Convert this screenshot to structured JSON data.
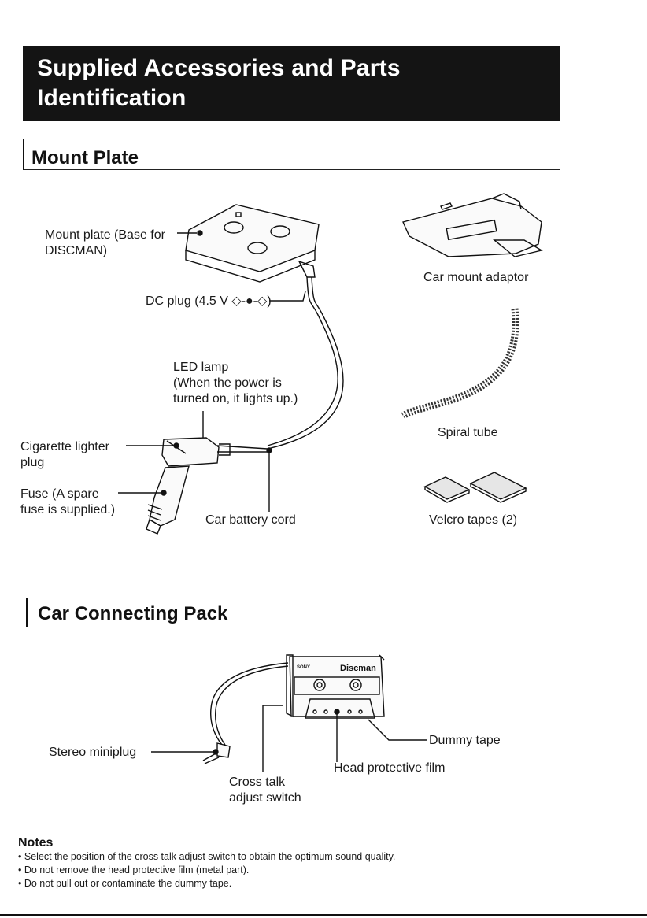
{
  "banner": {
    "line1": "Supplied Accessories and Parts",
    "line2": "Identification"
  },
  "mount_plate": {
    "title": "Mount Plate",
    "labels": {
      "mount_plate_1": "Mount plate (Base for",
      "mount_plate_2": "DISCMAN)",
      "dc_plug": "DC plug (4.5 V ◇-●-◇)",
      "led_1": "LED lamp",
      "led_2": "(When the power is",
      "led_3": "turned on, it lights up.)",
      "cig_1": "Cigarette lighter",
      "cig_2": "plug",
      "fuse_1": "Fuse (A spare",
      "fuse_2": "fuse is supplied.)",
      "battery_cord": "Car battery cord",
      "car_mount": "Car mount adaptor",
      "spiral": "Spiral tube",
      "velcro": "Velcro tapes (2)"
    }
  },
  "car_pack": {
    "title": "Car Connecting Pack",
    "cassette_brand": "SONY",
    "cassette_logo": "Discman",
    "labels": {
      "stereo": "Stereo miniplug",
      "dummy": "Dummy tape",
      "head": "Head protective film",
      "cross_1": "Cross talk",
      "cross_2": "adjust switch"
    }
  },
  "notes": {
    "title": "Notes",
    "items": [
      "• Select the position of the cross talk adjust switch to obtain the optimum sound quality.",
      "• Do not remove the head protective film (metal part).",
      "• Do not pull out or contaminate the dummy tape."
    ]
  }
}
